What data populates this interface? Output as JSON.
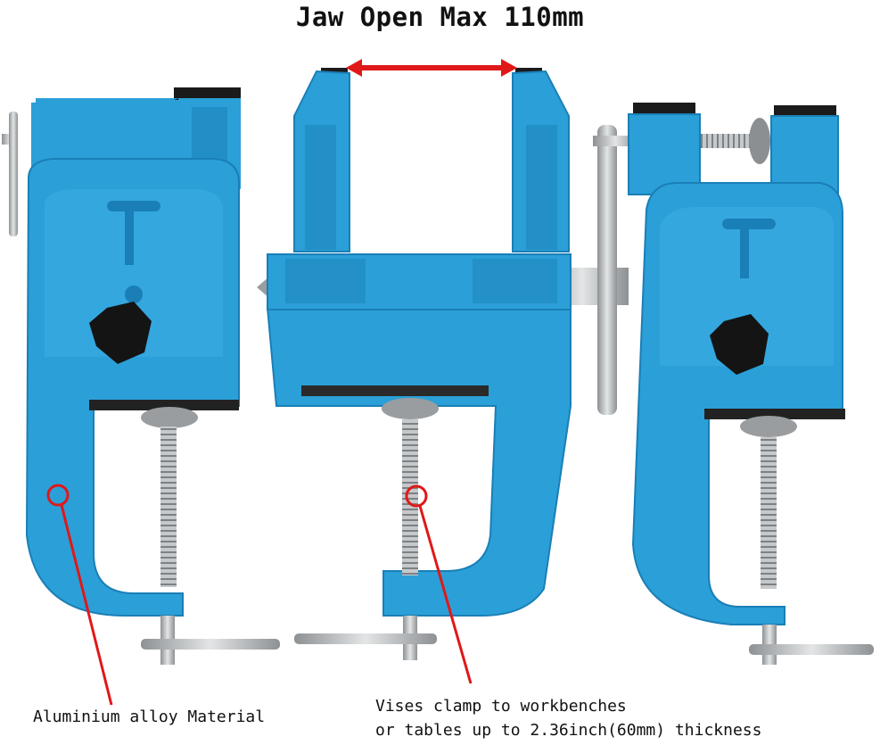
{
  "title": "Jaw Open Max 110mm",
  "captions": {
    "material": "Aluminium alloy Material",
    "clamp_line1": "Vises clamp to workbenches",
    "clamp_line2": "or tables up to 2.36inch(60mm) thickness"
  },
  "colors": {
    "body_blue": "#2b9fd8",
    "body_shadow": "#1a7fb6",
    "annotation_red": "#e01818",
    "knob_black": "#141414",
    "steel": "#b9bcbe"
  },
  "icons": {
    "arrow": "double-headed-arrow-icon",
    "marker": "circle-marker-icon"
  }
}
